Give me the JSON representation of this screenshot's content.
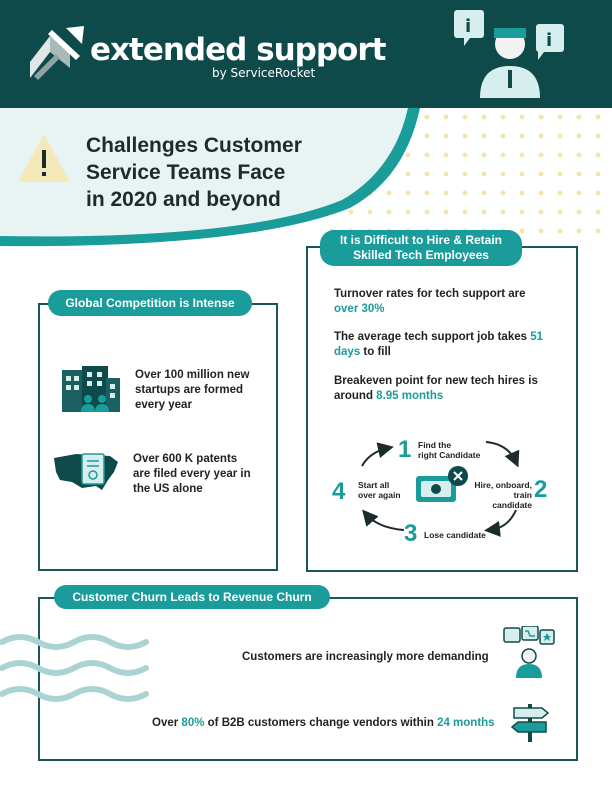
{
  "header": {
    "logo_text": "extended support",
    "logo_sub": "by ServiceRocket"
  },
  "title": {
    "line1": "Challenges Customer",
    "line2": "Service Teams Face",
    "line3": "in 2020 and beyond"
  },
  "global": {
    "heading": "Global Competition is Intense",
    "item1": [
      "Over 100 million new",
      "startups are formed",
      "every year"
    ],
    "item2": [
      "Over 600 K patents",
      "are filed every year in",
      "the US alone"
    ]
  },
  "hire": {
    "heading_line1": "It is Difficult to Hire & Retain",
    "heading_line2": "Skilled Tech Employees",
    "stat1_a": "Turnover rates for tech support are",
    "stat1_b": "over 30%",
    "stat2_a": "The average tech support job takes",
    "stat2_num": "51",
    "stat2_b": "days",
    "stat2_c": " to fill",
    "stat3_a": "Breakeven point for new tech hires is",
    "stat3_b": "around ",
    "stat3_c": "8.95 months",
    "cycle": {
      "n1": "1",
      "s1a": "Find the",
      "s1b": "right Candidate",
      "n2": "2",
      "s2a": "Hire, onboard,",
      "s2b": "train candidate",
      "n3": "3",
      "s3": "Lose candidate",
      "n4": "4",
      "s4a": "Start all",
      "s4b": "over again"
    }
  },
  "churn": {
    "heading": "Customer Churn Leads to Revenue Churn",
    "line1": "Customers are increasingly more demanding",
    "line2_a": "Over ",
    "line2_b": "80%",
    "line2_c": " of B2B customers change vendors within ",
    "line2_d": "24 months"
  },
  "colors": {
    "dark_teal": "#0f4a4b",
    "teal": "#1a9c9a",
    "yellow": "#f5e6a8"
  }
}
